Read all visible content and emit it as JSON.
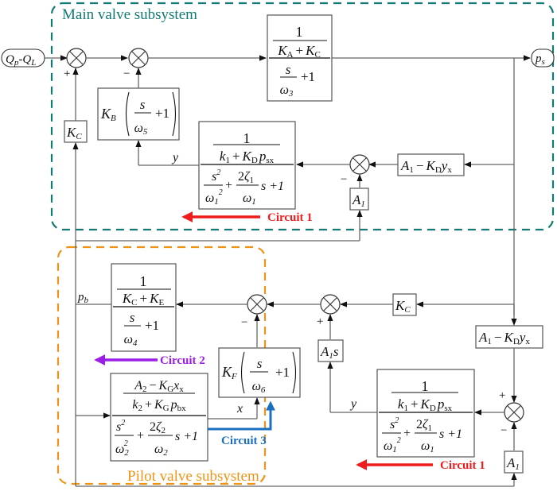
{
  "subsystems": {
    "main": {
      "label": "Main valve subsystem",
      "color": "#117a72"
    },
    "pilot": {
      "label": "Pilot valve subsystem",
      "color": "#ef9416"
    }
  },
  "signals": {
    "input": {
      "main": "Q",
      "sub1": "p",
      "sep": "-",
      "main2": "Q",
      "sub2": "L"
    },
    "output": {
      "main": "p",
      "sub": "s"
    },
    "y_main": "y",
    "y_pilot": "y",
    "x_pilot": "x",
    "pb": {
      "main": "p",
      "sub": "b"
    }
  },
  "signs": {
    "sum1_bottom": "+",
    "sum2_bottom": "−",
    "sum3_bottom": "−",
    "sum4_bottom": "−",
    "sum5_bottom": "+",
    "sum6_top": "+",
    "sum6_bottom": "−"
  },
  "blocks": {
    "main_tf": {
      "num": "1",
      "den_a": "K",
      "den_a_sub": "A",
      "plus": "+",
      "den_b": "K",
      "den_b_sub": "C",
      "s": "s",
      "w": "ω",
      "w_sub": "3",
      "p1": "+1"
    },
    "kb": {
      "k": "K",
      "k_sub": "B",
      "s": "s",
      "w": "ω",
      "w_sub": "5",
      "p1": "+1"
    },
    "kc_main": {
      "k": "K",
      "k_sub": "C"
    },
    "spool1": {
      "num": "1",
      "k": "k",
      "k_sub": "1",
      "plus": "+",
      "K": "K",
      "K_sub": "D",
      "p": "p",
      "p_sub": "sx",
      "s2": "s",
      "exp": "2",
      "w": "ω",
      "w_sub": "1",
      "two": "2",
      "zeta": "ζ",
      "zeta_sub": "1",
      "tail": "s +1"
    },
    "a1kd_main": {
      "a": "A",
      "a_sub": "1",
      "minus": "−",
      "k": "K",
      "k_sub": "D",
      "y": "y",
      "y_sub": "x"
    },
    "a1_main": {
      "a": "A",
      "a_sub": "1"
    },
    "pilot_tf": {
      "num": "1",
      "den_a": "K",
      "den_a_sub": "C",
      "plus": "+",
      "den_b": "K",
      "den_b_sub": "E",
      "s": "s",
      "w": "ω",
      "w_sub": "4",
      "p1": "+1"
    },
    "kc_pilot": {
      "k": "K",
      "k_sub": "C"
    },
    "a1s": {
      "a": "A",
      "a_sub": "1",
      "s": "s"
    },
    "kf": {
      "k": "K",
      "k_sub": "F",
      "s": "s",
      "w": "ω",
      "w_sub": "6",
      "p1": "+1"
    },
    "spool2": {
      "a": "A",
      "a_sub": "2",
      "minus": "−",
      "K": "K",
      "K_sub": "G",
      "x": "x",
      "x_sub": "x",
      "k": "k",
      "k_sub": "2",
      "plus": "+",
      "p": "p",
      "p_sub": "bx",
      "s2": "s",
      "exp": "2",
      "w": "ω",
      "w_sub": "2",
      "two": "2",
      "zeta": "ζ",
      "zeta_sub": "2",
      "tail": "s +1"
    },
    "a1kd_pilot": {
      "a": "A",
      "a_sub": "1",
      "minus": "−",
      "k": "K",
      "k_sub": "D",
      "y": "y",
      "y_sub": "x"
    },
    "spool1_b": {
      "num": "1",
      "k": "k",
      "k_sub": "1",
      "plus": "+",
      "K": "K",
      "K_sub": "D",
      "p": "p",
      "p_sub": "sx",
      "s2": "s",
      "exp": "2",
      "w": "ω",
      "w_sub": "1",
      "two": "2",
      "zeta": "ζ",
      "zeta_sub": "1",
      "tail": "s +1"
    },
    "a1_pilot": {
      "a": "A",
      "a_sub": "1"
    }
  },
  "circuits": [
    {
      "label": "Circuit 1",
      "color": "#ee1c1c"
    },
    {
      "label": "Circuit 2",
      "color": "#9b1ee6"
    },
    {
      "label": "Circuit 3",
      "color": "#1b6fc0"
    },
    {
      "label": "Circuit 1",
      "color": "#ee1c1c"
    }
  ]
}
